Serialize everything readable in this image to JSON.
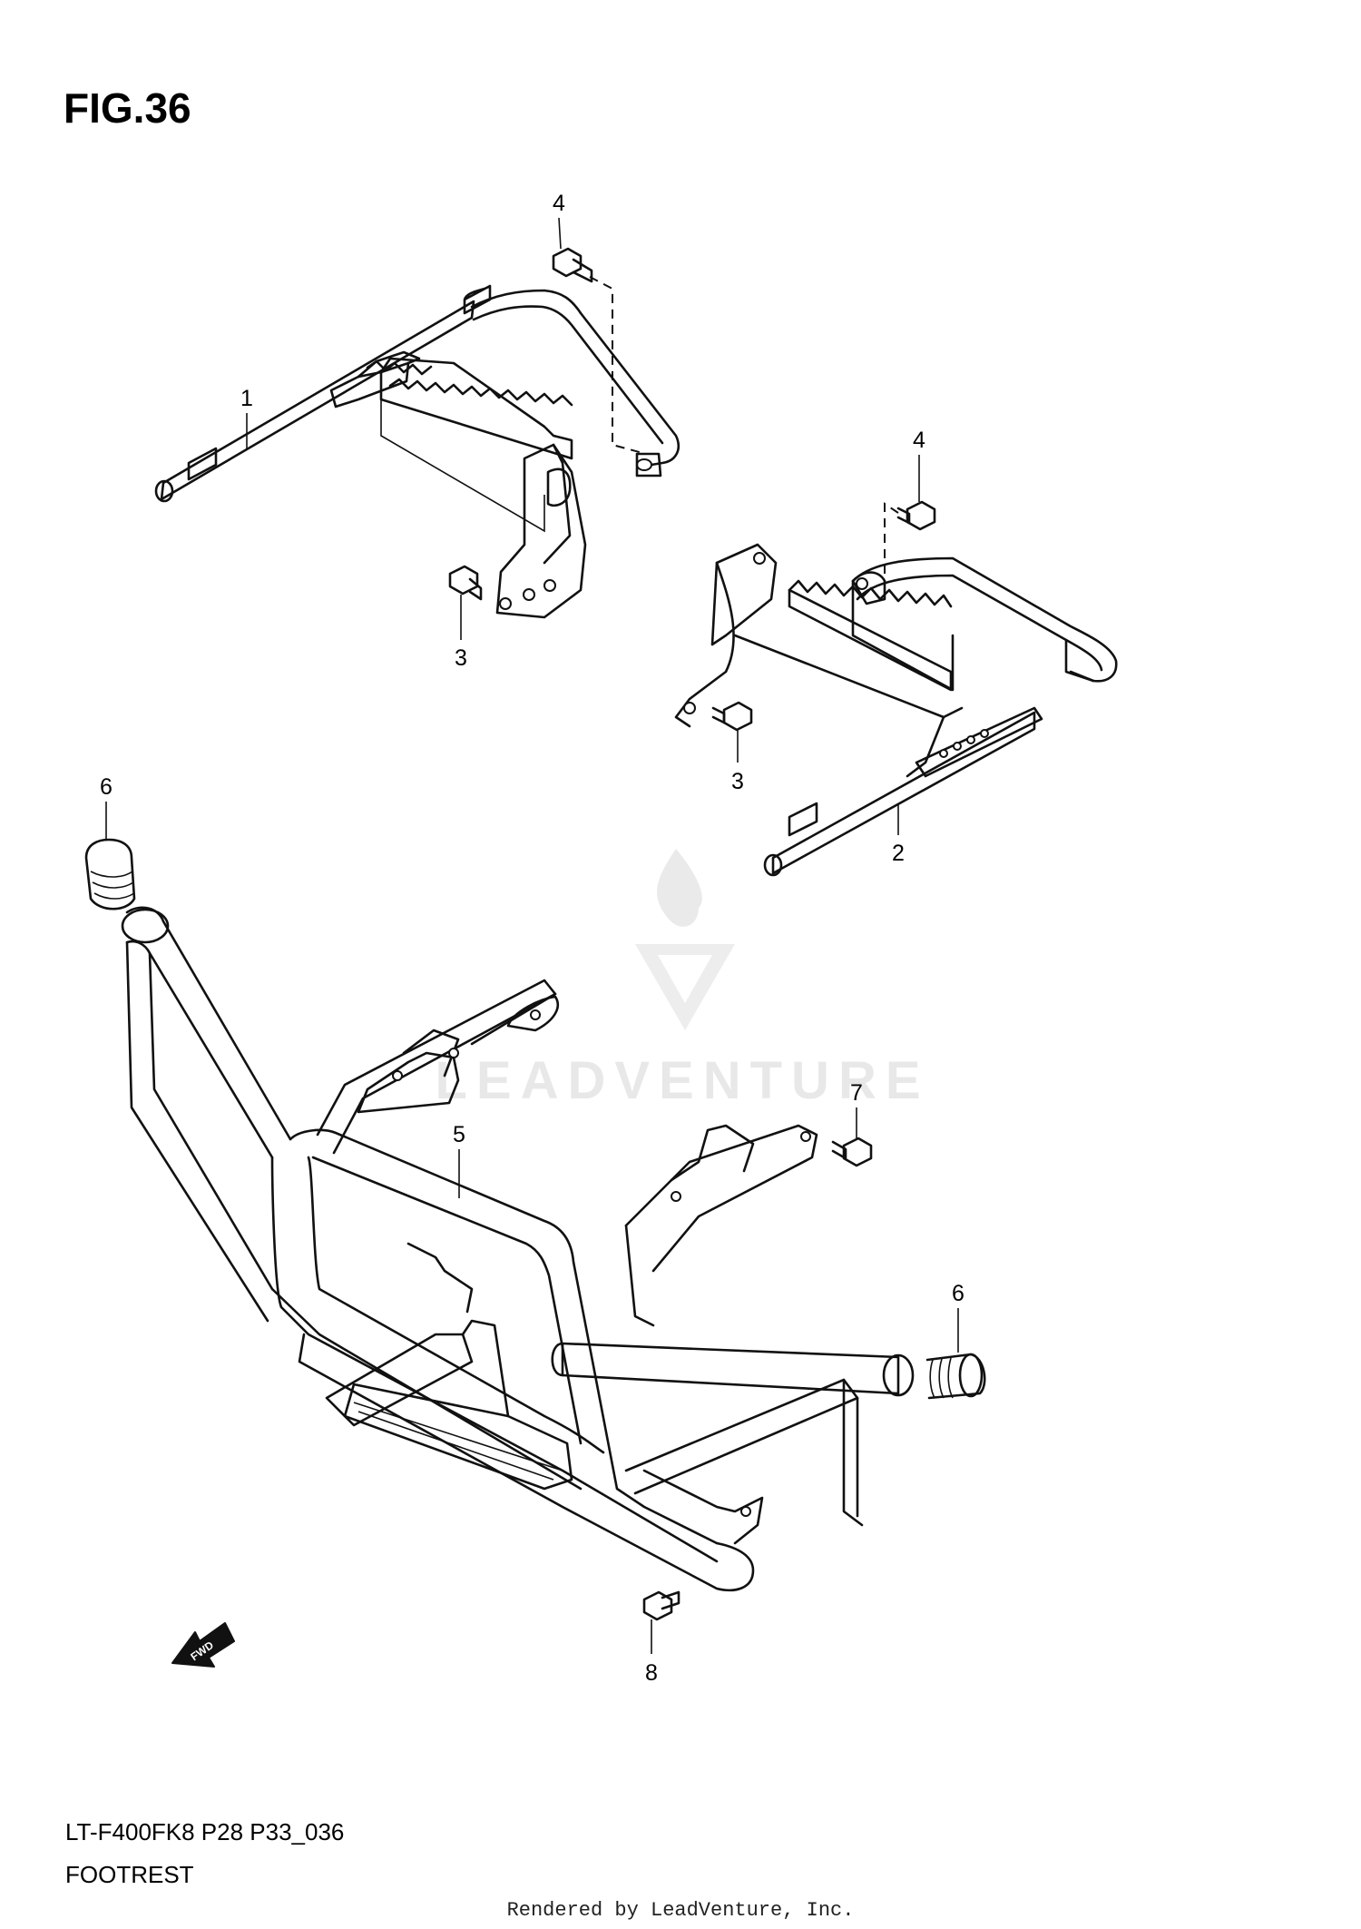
{
  "figure": {
    "title": "FIG.36",
    "model_code": "LT-F400FK8 P28 P33_036",
    "section_name": "FOOTREST"
  },
  "callouts": [
    {
      "label": "1",
      "part": "footrest-left"
    },
    {
      "label": "2",
      "part": "footrest-right"
    },
    {
      "label": "3",
      "part": "bolt-lower-left"
    },
    {
      "label": "3",
      "part": "bolt-lower-right"
    },
    {
      "label": "4",
      "part": "bolt-upper-left"
    },
    {
      "label": "4",
      "part": "bolt-upper-right"
    },
    {
      "label": "5",
      "part": "front-bumper-guard"
    },
    {
      "label": "6",
      "part": "cap-left"
    },
    {
      "label": "6",
      "part": "cap-right"
    },
    {
      "label": "7",
      "part": "bolt-bumper-side"
    },
    {
      "label": "8",
      "part": "bolt-bumper-bottom"
    }
  ],
  "direction_arrow": {
    "label": "FWD"
  },
  "watermark": {
    "brand": "LEADVENTURE"
  },
  "footer": {
    "rendered_by": "Rendered by LeadVenture, Inc."
  }
}
